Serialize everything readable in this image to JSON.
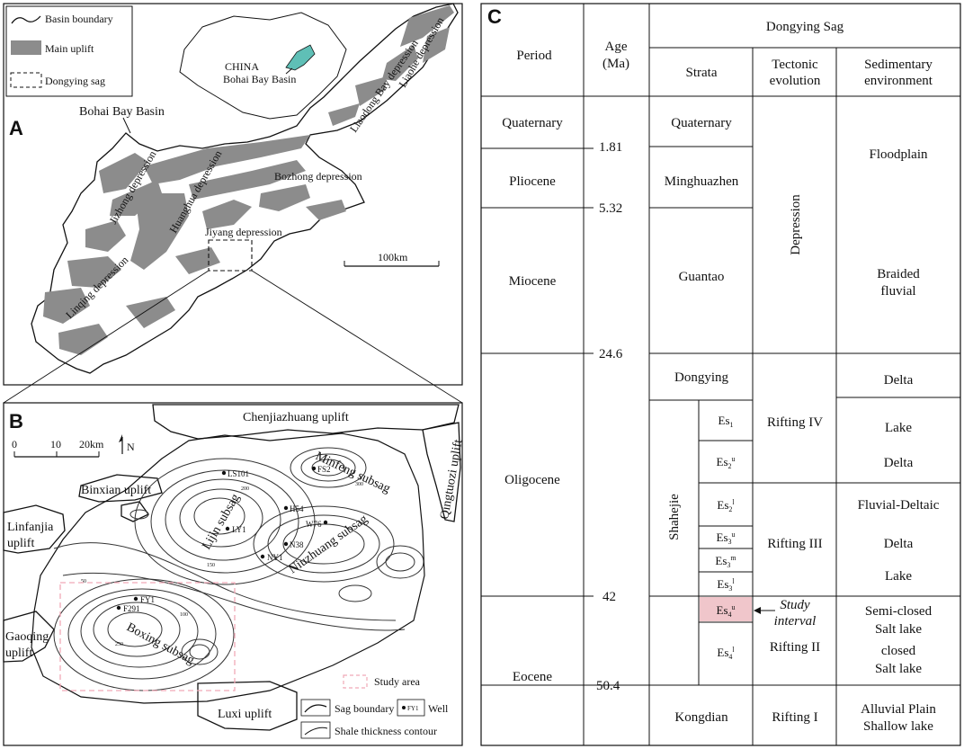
{
  "panel_a": {
    "letter": "A",
    "legend": [
      "Basin boundary",
      "Main uplift",
      "Dongying sag"
    ],
    "inset_country": "CHINA",
    "inset_basin": "Bohai Bay Basin",
    "basin_label": "Bohai Bay Basin",
    "depressions": [
      "Liaohe depression",
      "Liaodong Bay depression",
      "Bozhong depression",
      "Jizhong depression",
      "Huanghua depression",
      "Jiyang depression",
      "Linqing depression"
    ],
    "scale": "100km",
    "colors": {
      "uplift_fill": "#8c8c8c",
      "inset_basin_fill": "#5fbfb6"
    }
  },
  "panel_b": {
    "letter": "B",
    "scale_ticks": [
      "0",
      "10",
      "20km"
    ],
    "north": "N",
    "uplifts": [
      "Chenjiazhuang uplift",
      "Qingtuozi uplift",
      "Binxian uplift",
      "Linfanjia uplift",
      "Gaoqing uplift",
      "Luxi uplift"
    ],
    "subsags": [
      "Minfeng subsag",
      "Lijin subsag",
      "Niuzhuang subsag",
      "Boxing subsag"
    ],
    "wells": [
      "LS101",
      "FS2",
      "H54",
      "W76",
      "LY1",
      "N38",
      "NY1",
      "FY1",
      "F291"
    ],
    "contour_labels": [
      "50",
      "100",
      "150",
      "200",
      "250",
      "300"
    ],
    "study_area": "Study area",
    "legend": [
      "Sag boundary",
      "Well",
      "Shale thickness contour"
    ],
    "well_symbol": "FY1",
    "colors": {
      "study_area": "#f0a9b6"
    }
  },
  "panel_c": {
    "letter": "C",
    "headers": {
      "period": "Period",
      "age": "Age (Ma)",
      "sag": "Dongying Sag",
      "strata": "Strata",
      "tectonic": "Tectonic evolution",
      "environment": "Sedimentary environment"
    },
    "periods": [
      "Quaternary",
      "Pliocene",
      "Miocene",
      "Oligocene",
      "Eocene"
    ],
    "ages": [
      "1.81",
      "5.32",
      "24.6",
      "42",
      "50.4"
    ],
    "strata": [
      "Quaternary",
      "Minghuazhen",
      "Guantao",
      "Dongying",
      "Shahejie",
      "Kongdian"
    ],
    "members": [
      {
        "base": "Es",
        "sub": "1",
        "sup": ""
      },
      {
        "base": "Es",
        "sub": "2",
        "sup": "u"
      },
      {
        "base": "Es",
        "sub": "2",
        "sup": "l"
      },
      {
        "base": "Es",
        "sub": "3",
        "sup": "u"
      },
      {
        "base": "Es",
        "sub": "3",
        "sup": "m"
      },
      {
        "base": "Es",
        "sub": "3",
        "sup": "l"
      },
      {
        "base": "Es",
        "sub": "4",
        "sup": "u"
      },
      {
        "base": "Es",
        "sub": "4",
        "sup": "l"
      }
    ],
    "tectonic": [
      "Depression",
      "Rifting IV",
      "Rifting III",
      "Rifting II",
      "Rifting I"
    ],
    "environments": [
      "Floodplain",
      "Braided fluvial",
      "Delta",
      "Lake",
      "Delta",
      "Fluvial-Deltaic",
      "Delta",
      "Lake",
      "Semi-closed Salt lake",
      "closed Salt lake",
      "Alluvial Plain Shallow lake"
    ],
    "study_interval": "Study interval",
    "colors": {
      "study_interval_fill": "#f0c6cb"
    }
  }
}
